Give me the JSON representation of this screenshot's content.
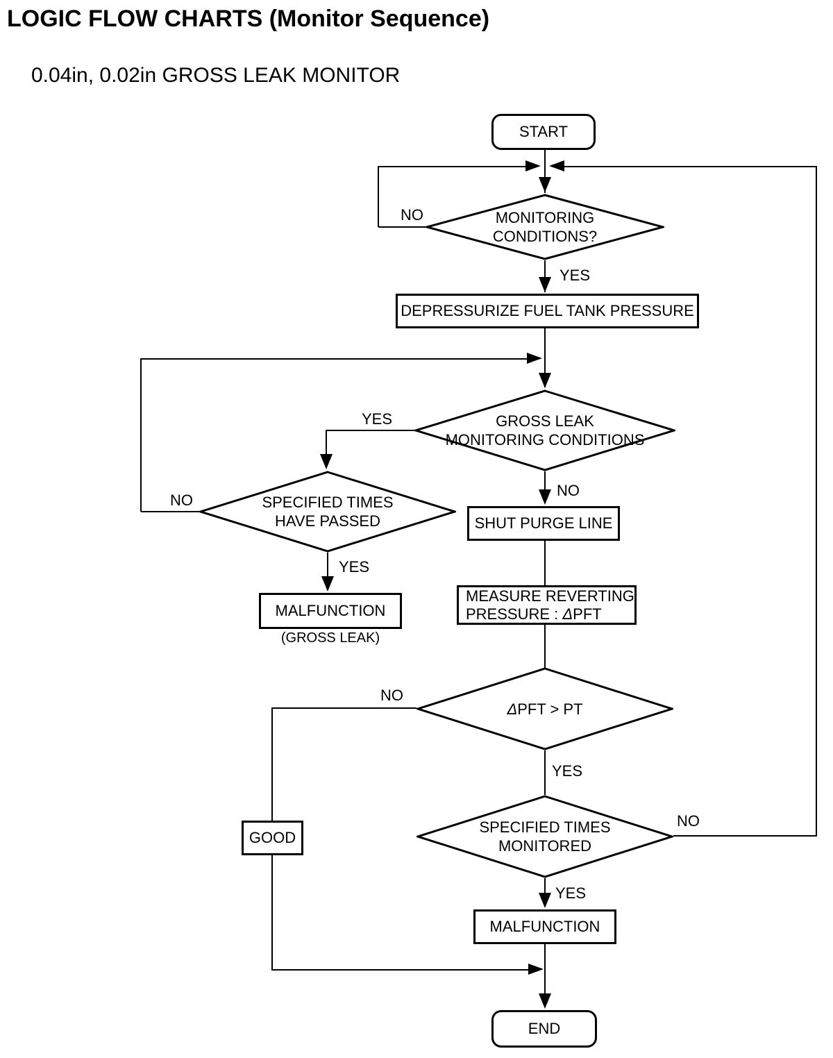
{
  "page": {
    "title": "LOGIC FLOW CHARTS (Monitor Sequence)",
    "subtitle": "0.04in, 0.02in GROSS LEAK MONITOR"
  },
  "flow": {
    "start": {
      "label": "START"
    },
    "monitoring_conditions": {
      "line1": "MONITORING",
      "line2": "CONDITIONS?",
      "no": "NO",
      "yes": "YES"
    },
    "depressurize": {
      "label": "DEPRESSURIZE FUEL TANK PRESSURE"
    },
    "gross_leak_conditions": {
      "line1": "GROSS LEAK",
      "line2": "MONITORING CONDITIONS",
      "yes": "YES",
      "no": "NO"
    },
    "specified_times_passed": {
      "line1": "SPECIFIED TIMES",
      "line2": "HAVE PASSED",
      "no": "NO",
      "yes": "YES"
    },
    "malfunction_gross_leak": {
      "label": "MALFUNCTION",
      "note": "(GROSS LEAK)"
    },
    "shut_purge_line": {
      "label": "SHUT PURGE LINE"
    },
    "measure_reverting": {
      "line1": "MEASURE REVERTING",
      "line2_prefix": "PRESSURE : ",
      "delta": "Δ",
      "line2_suffix": "PFT"
    },
    "dpft_gt_pt": {
      "delta": "Δ",
      "label": "PFT > PT",
      "no": "NO",
      "yes": "YES"
    },
    "good": {
      "label": "GOOD"
    },
    "specified_times_monitored": {
      "line1": "SPECIFIED TIMES",
      "line2": "MONITORED",
      "no": "NO",
      "yes": "YES"
    },
    "malfunction": {
      "label": "MALFUNCTION"
    },
    "end": {
      "label": "END"
    }
  },
  "colors": {
    "line": "#000000",
    "background": "#ffffff",
    "text": "#000000"
  }
}
